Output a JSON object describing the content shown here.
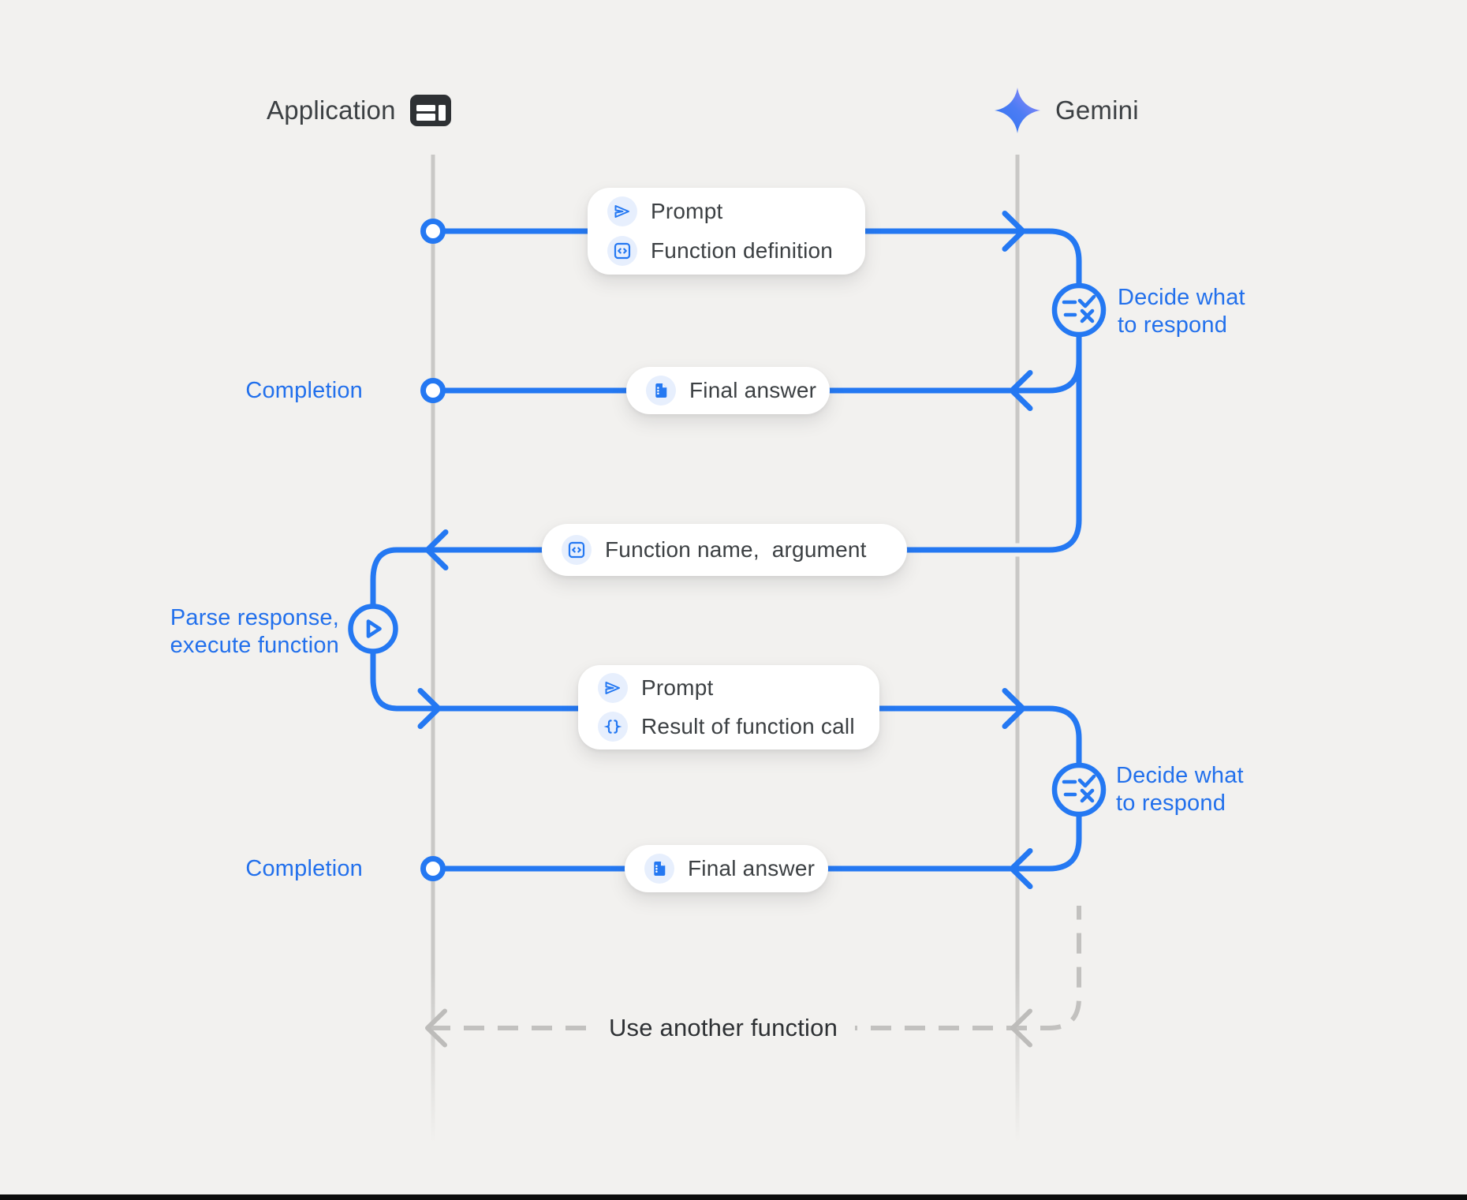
{
  "header": {
    "application": {
      "label": "Application"
    },
    "gemini": {
      "label": "Gemini"
    }
  },
  "messages": {
    "prompt_function_definition": {
      "rows": [
        {
          "icon": "send-icon",
          "label": "Prompt"
        },
        {
          "icon": "code-box-icon",
          "label": "Function definition"
        }
      ]
    },
    "final_answer_1": {
      "icon": "document-icon",
      "label": "Final answer"
    },
    "function_name_argument": {
      "icon": "code-box-icon",
      "label": "Function name,  argument"
    },
    "prompt_result": {
      "rows": [
        {
          "icon": "send-icon",
          "label": "Prompt"
        },
        {
          "icon": "braces-icon",
          "label": "Result of function call"
        }
      ]
    },
    "final_answer_2": {
      "icon": "document-icon",
      "label": "Final answer"
    }
  },
  "annotations": {
    "completion_1": "Completion",
    "completion_2": "Completion",
    "decide_1": {
      "line1": "Decide what",
      "line2": "to respond"
    },
    "decide_2": {
      "line1": "Decide what",
      "line2": "to respond"
    },
    "parse": {
      "line1": "Parse response,",
      "line2": "execute function"
    },
    "use_another_function": "Use another function"
  },
  "colors": {
    "background": "#f2f1ef",
    "accent_blue": "#2478f2",
    "text_blue": "#2270ec",
    "chip_blue": "#e7effd",
    "lifeline_gray": "#c9c8c6",
    "dash_gray": "#c2c1bf",
    "dark_text": "#3c4043",
    "gemini_gradient_start": "#2e74f0",
    "gemini_gradient_end": "#a18bf8"
  }
}
